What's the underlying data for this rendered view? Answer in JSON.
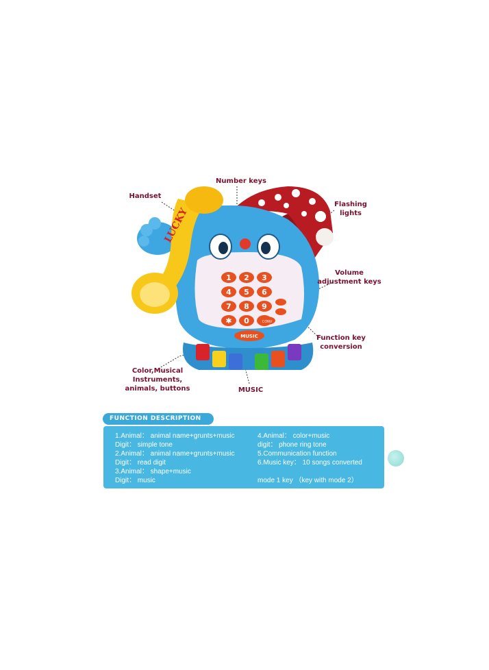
{
  "callouts": {
    "number_keys": "Number keys",
    "handset": "Handset",
    "flashing_lights": "Flashing lights",
    "volume_keys": "Volume adjustment keys",
    "function_key": "Function key conversion",
    "color_buttons": "Color,Musical Instruments, animals, buttons",
    "music": "MUSIC"
  },
  "toy": {
    "handset_text": "LUCKY",
    "keypad": [
      "1",
      "2",
      "3",
      "4",
      "5",
      "6",
      "7",
      "8",
      "9",
      "✱",
      "0",
      "#"
    ],
    "music_key": "MUSIC",
    "function_key_label": "CONV"
  },
  "function_description": {
    "title": "FUNCTION DESCRIPTION",
    "left": [
      "1.Animal： animal name+grunts+music",
      "Digit： simple tone",
      "2.Animal： animal name+grunts+music",
      "Digit： read digit",
      "3.Animal： shape+music",
      "Digit： music"
    ],
    "right": [
      "4.Animal： color+music",
      "digit： phone ring tone",
      "5.Communication function",
      "6.Music key： 10 songs converted",
      "",
      "mode 1 key （key with mode 2）"
    ]
  },
  "colors": {
    "toy_body": "#3ea6e0",
    "handset": "#f7c81a",
    "hat": "#b81c22",
    "keys": "#e9501f",
    "callout_text": "#7a1030",
    "panel": "#48b8e2"
  }
}
